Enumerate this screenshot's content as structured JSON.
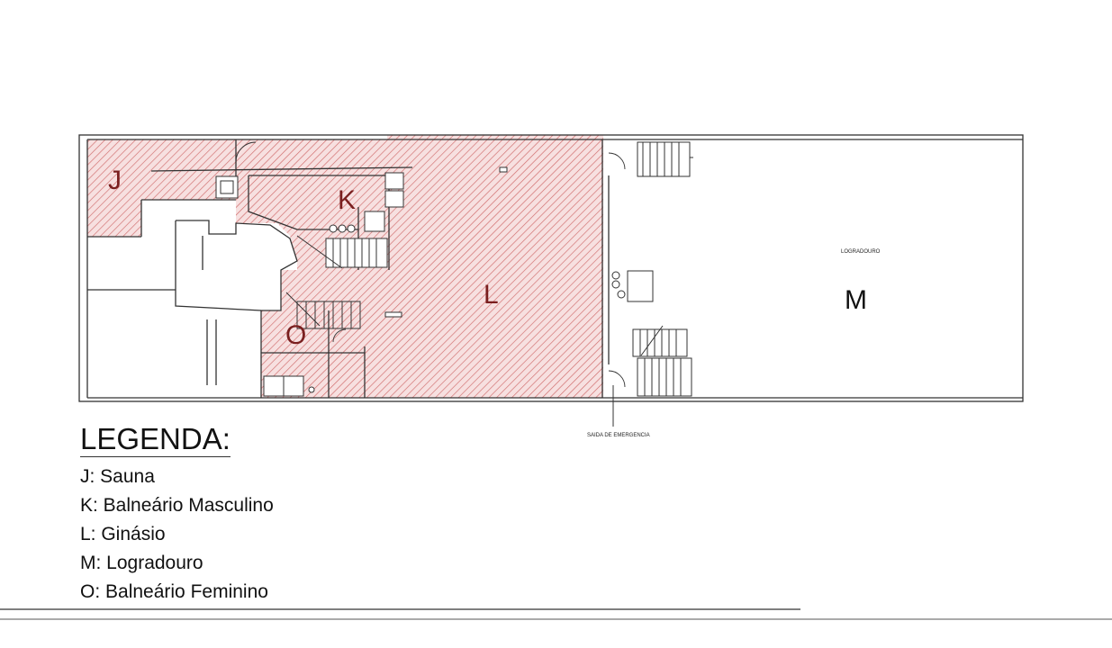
{
  "rooms": {
    "J": "J",
    "K": "K",
    "L": "L",
    "M": "M",
    "O": "O"
  },
  "labels": {
    "logradouro_small": "LOGRADOURO",
    "emergency_exit": "SAIDA DE EMERGENCIA"
  },
  "legend": {
    "title": "LEGENDA:",
    "items": [
      "J: Sauna",
      "K: Balneário Masculino",
      "L: Ginásio",
      "M: Logradouro",
      "O: Balneário Feminino"
    ]
  },
  "colors": {
    "hatch_fill": "#f5dcdc",
    "hatch_stroke": "#cf6a6a",
    "walls": "#333333"
  }
}
